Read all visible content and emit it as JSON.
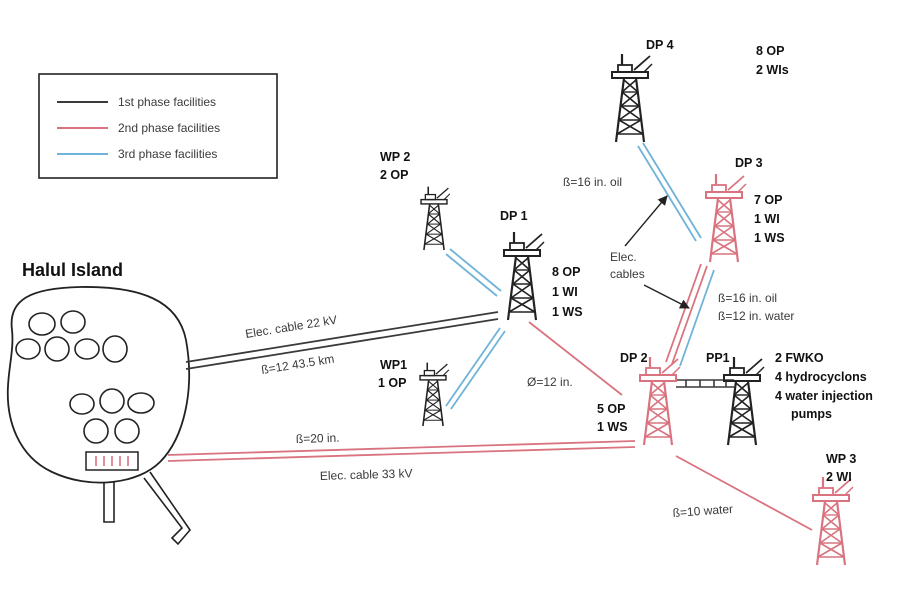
{
  "colors": {
    "phase1": "#3a3a3a",
    "phase2": "#d9737f",
    "phase3": "#6fb3d8",
    "outline": "#222222"
  },
  "legend": {
    "items": [
      {
        "label": "1st phase facilities",
        "color": "#3a3a3a"
      },
      {
        "label": "2nd phase facilities",
        "color": "#d9737f"
      },
      {
        "label": "3rd phase facilities",
        "color": "#6fb3d8"
      }
    ]
  },
  "island": {
    "title": "Halul Island"
  },
  "platforms": {
    "dp4": {
      "name": "DP 4",
      "info": [
        "8 OP",
        "2 WIs"
      ]
    },
    "dp3": {
      "name": "DP 3",
      "info": [
        "7 OP",
        "1 WI",
        "1 WS"
      ]
    },
    "wp2": {
      "name": "WP 2",
      "info": [
        "2 OP"
      ]
    },
    "dp1": {
      "name": "DP 1",
      "info": [
        "8 OP",
        "1 WI",
        "1 WS"
      ]
    },
    "wp1": {
      "name": "WP1",
      "info": [
        "1 OP"
      ]
    },
    "dp2": {
      "name": "DP 2",
      "info": [
        "5 OP",
        "1 WS"
      ]
    },
    "pp1": {
      "name": "PP1",
      "info": [
        "2 FWKO",
        "4 hydrocyclons",
        "4 water injection",
        "pumps"
      ]
    },
    "wp3": {
      "name": "WP 3",
      "info": [
        "2 WI"
      ]
    }
  },
  "connections": {
    "island_dp1_cable": "Elec. cable 22 kV",
    "island_dp1_pipe": "ß=12 43.5 km",
    "island_dp2_pipe": "ß=20 in.",
    "island_dp2_cable": "Elec. cable 33 kV",
    "dp1_dp2": "Ø=12 in.",
    "dp4_dp3": "ß=16 in. oil",
    "elec_cables": [
      "Elec.",
      "cables"
    ],
    "dp3_dp2_oil": "ß=16 in. oil",
    "dp3_dp2_water": "ß=12 in. water",
    "dp2_wp3": "ß=10 water"
  }
}
